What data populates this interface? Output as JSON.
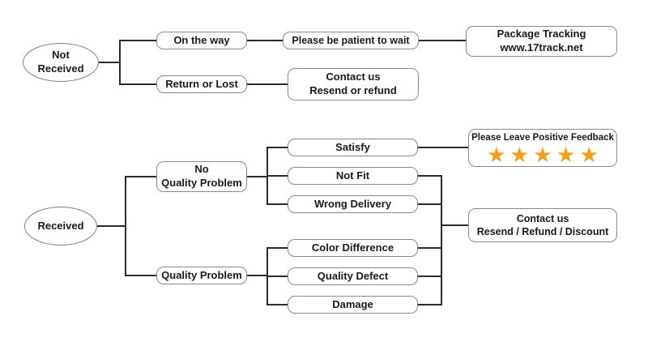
{
  "diagram_type": "flowchart",
  "colors": {
    "background": "#ffffff",
    "connector_line": "#2b2b2b",
    "box_border": "#8a8a8a",
    "box_fill": "#ffffff",
    "text": "#1a1a1a",
    "star": "#f7a017"
  },
  "nodes": {
    "not_received": "Not\nReceived",
    "on_the_way": "On the way",
    "please_wait": "Please be patient to wait",
    "package_tracking": "Package Tracking\nwww.17track.net",
    "return_or_lost": "Return or Lost",
    "contact_resend_refund": "Contact us\nResend or refund",
    "received": "Received",
    "no_quality_problem": "No\nQuality Problem",
    "quality_problem": "Quality Problem",
    "satisfy": "Satisfy",
    "not_fit": "Not Fit",
    "wrong_delivery": "Wrong Delivery",
    "color_difference": "Color Difference",
    "quality_defect": "Quality Defect",
    "damage": "Damage",
    "positive_feedback": "Please Leave Positive Feedback",
    "stars": "★★★★★",
    "contact_discount": "Contact us\nResend / Refund / Discount"
  }
}
